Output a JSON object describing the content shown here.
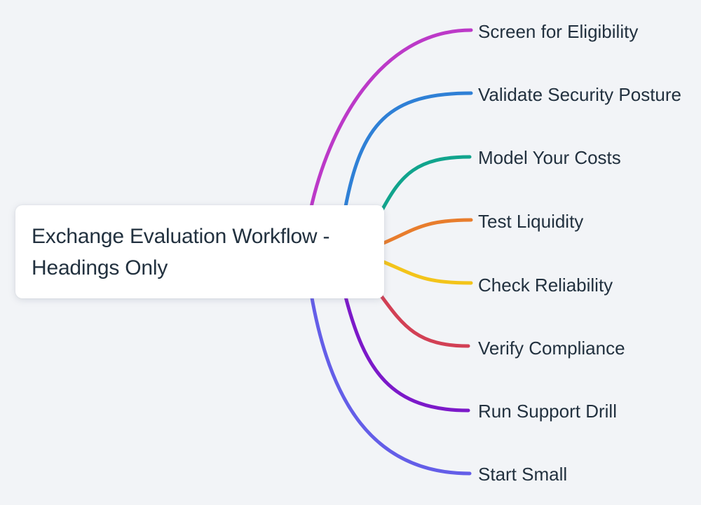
{
  "diagram": {
    "type": "mindmap",
    "background_color": "#f2f4f7",
    "text_color": "#22313f"
  },
  "root": {
    "title": "Exchange Evaluation Workflow - Headings Only",
    "bg_color": "#ffffff"
  },
  "branches": [
    {
      "label": "Screen for Eligibility",
      "color": "#bc39c8"
    },
    {
      "label": "Validate Security Posture",
      "color": "#2f80d6"
    },
    {
      "label": "Model Your Costs",
      "color": "#11a48d"
    },
    {
      "label": "Test Liquidity",
      "color": "#e87d2d"
    },
    {
      "label": "Check Reliability",
      "color": "#f3c41a"
    },
    {
      "label": "Verify Compliance",
      "color": "#d24055"
    },
    {
      "label": "Run Support Drill",
      "color": "#7c19c9"
    },
    {
      "label": "Start Small",
      "color": "#645ee8"
    }
  ]
}
